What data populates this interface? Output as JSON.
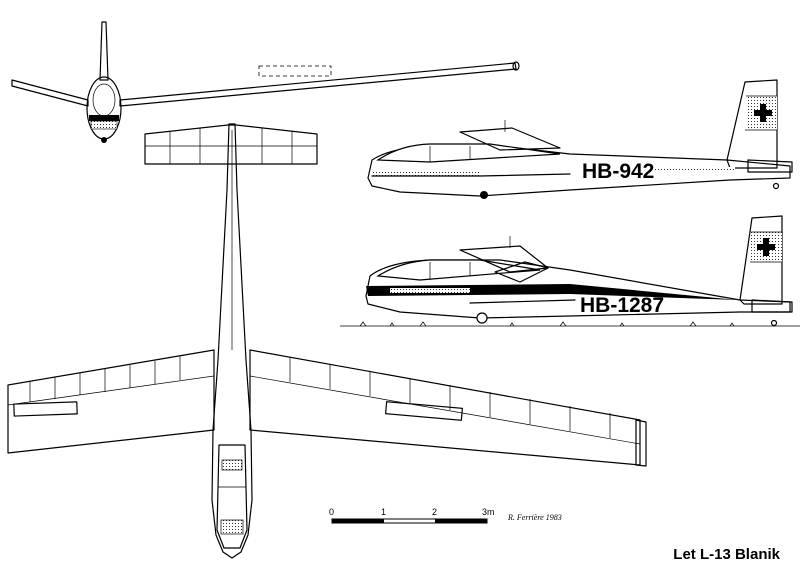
{
  "title": "Let L-13 Blanik",
  "registrations": {
    "upper": "HB-942",
    "lower": "HB-1287"
  },
  "scale": {
    "labels": [
      "0",
      "1",
      "2",
      "3m"
    ]
  },
  "signature": "R. Ferrière 1983"
}
